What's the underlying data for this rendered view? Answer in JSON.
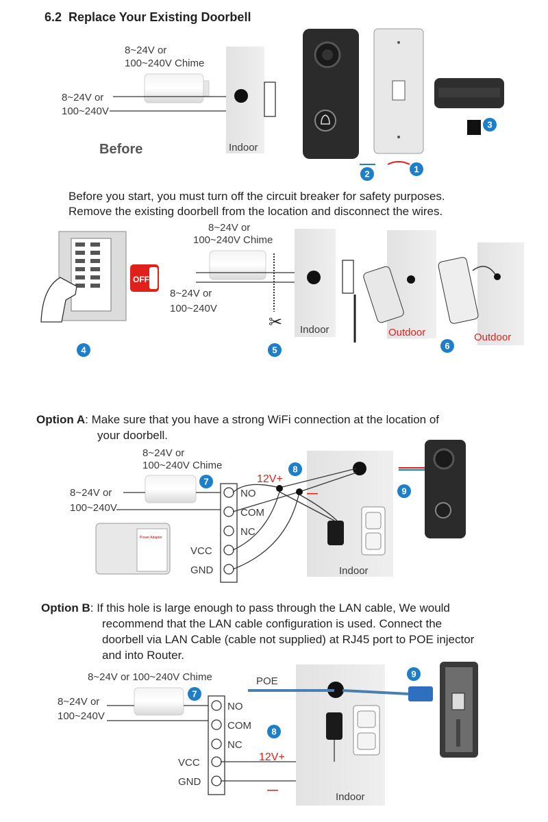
{
  "section": {
    "number": "6.2",
    "title": "Replace Your Existing Doorbell"
  },
  "labels": {
    "chime_range": "8~24V or",
    "chime_range2": "100~240V Chime",
    "supply_a": "8~24V or",
    "supply_b": "100~240V",
    "before": "Before",
    "indoor": "Indoor",
    "outdoor": "Outdoor",
    "off": "OFF",
    "no": "NO",
    "com": "COM",
    "nc": "NC",
    "vcc": "VCC",
    "gnd": "GND",
    "v12": "12V+",
    "minus": "—",
    "poe": "POE",
    "chime_single": "8~24V or 100~240V Chime",
    "psu_text": "Power Adapter"
  },
  "intro": {
    "line1": "Before you start, you must turn off the circuit breaker for safety purposes.",
    "line2": "Remove the existing doorbell from the location and disconnect the wires."
  },
  "option_a": {
    "label": "Option A",
    "line1": ": Make sure that you have a strong WiFi connection at the location of",
    "line2": "your doorbell."
  },
  "option_b": {
    "label": "Option B",
    "line1": ": If this hole is large enough to pass through the LAN cable, We would",
    "line2": "recommend that the LAN cable configuration is used. Connect the",
    "line3": "doorbell via LAN Cable (cable not supplied) at RJ45 port to POE injector",
    "line4": "and into Router."
  },
  "steps": [
    "1",
    "2",
    "3",
    "4",
    "5",
    "6",
    "7",
    "8",
    "9"
  ],
  "colors": {
    "badge": "#1e7fc8",
    "red": "#e0201a",
    "wall": "#e4e4e4",
    "device": "#2b2b2b"
  }
}
